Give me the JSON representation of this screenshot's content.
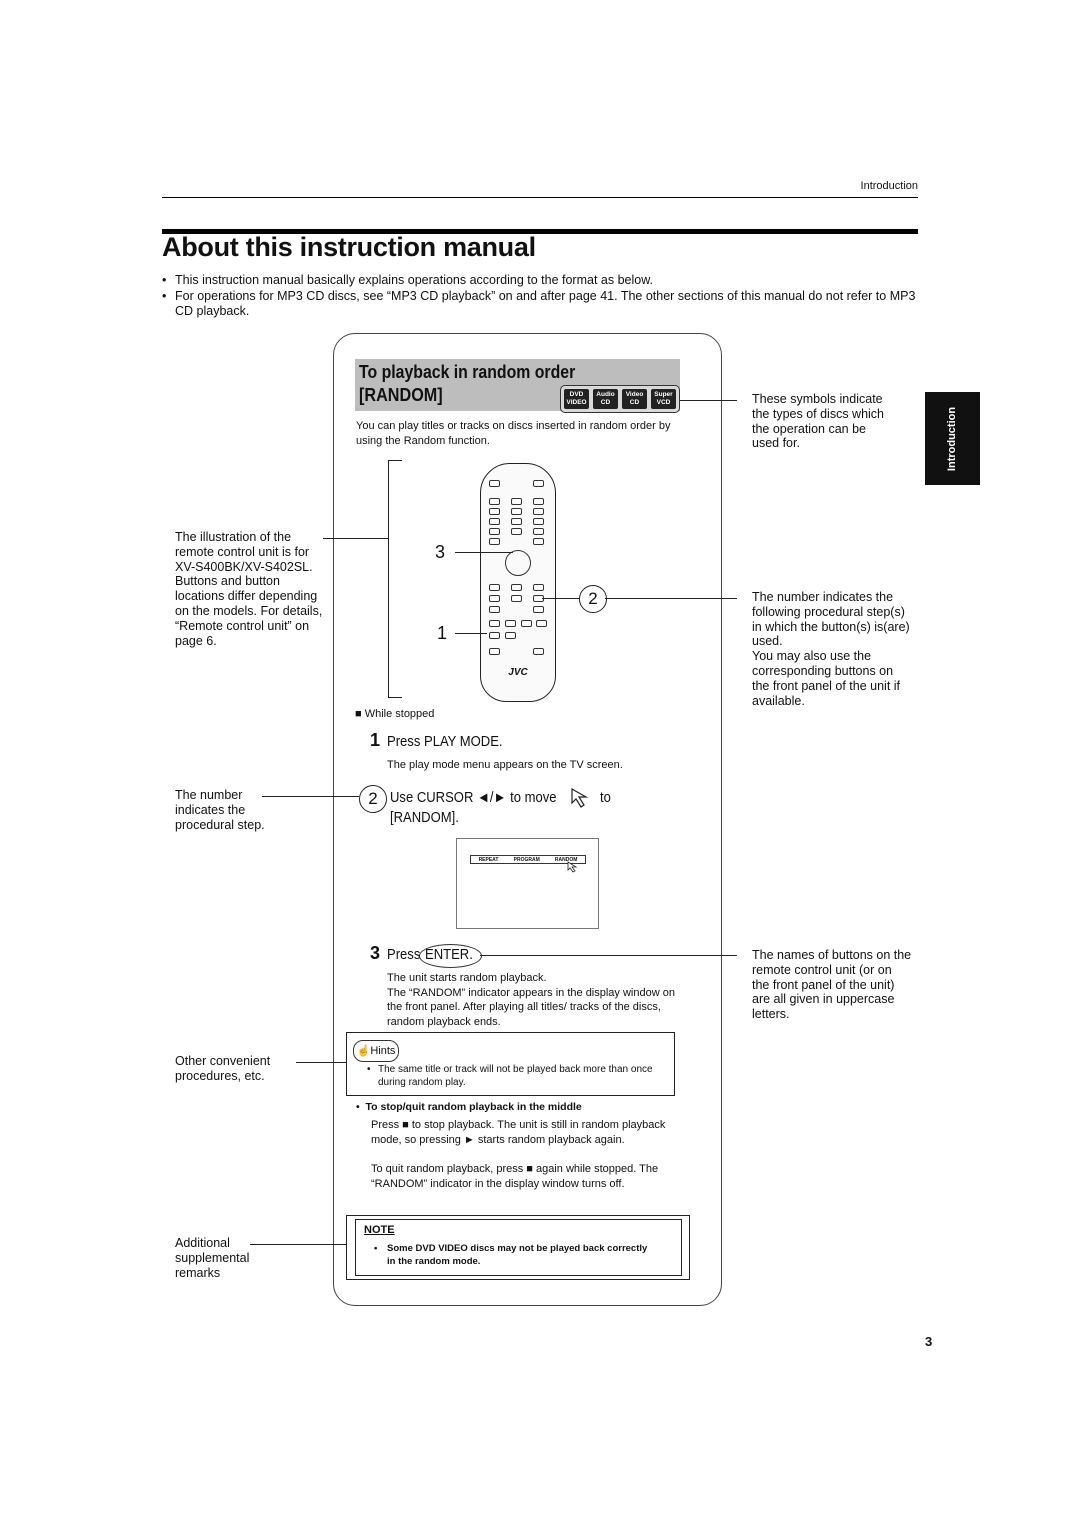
{
  "header": {
    "section": "Introduction"
  },
  "title": "About this instruction manual",
  "intro": [
    "This instruction manual basically explains operations according to the format as below.",
    "For operations for MP3 CD discs, see “MP3 CD playback” on and after page 41. The other sections of this manual do not refer to MP3 CD playback."
  ],
  "sample": {
    "heading": "To playback  in random order",
    "subheading": "[RANDOM]",
    "badges": [
      {
        "top": "DVD",
        "bottom": "VIDEO"
      },
      {
        "top": "Audio",
        "bottom": "CD"
      },
      {
        "top": "Video",
        "bottom": "CD"
      },
      {
        "top": "Super",
        "bottom": "VCD"
      }
    ],
    "desc": "You can play titles or tracks on discs inserted in random order by using the Random function.",
    "callout_3": "3",
    "callout_2": "2",
    "callout_1": "1",
    "remote_brand": "JVC",
    "while_stopped": "■ While stopped",
    "steps": [
      {
        "num": "1",
        "label": "Press PLAY MODE.",
        "note": "The play mode menu appears on the TV screen."
      },
      {
        "num": "2",
        "label_a": "Use CURSOR ◄/► to move",
        "label_b": "to",
        "label_c": "[RANDOM]."
      },
      {
        "num": "3",
        "label_a": "Press",
        "label_b": "ENTER.",
        "notes": [
          "The unit starts random playback.",
          "The “RANDOM” indicator appears in the display window on the front panel. After playing all titles/ tracks of the discs, random playback ends."
        ]
      }
    ],
    "menu": [
      "REPEAT",
      "PROGRAM",
      "RANDOM"
    ],
    "hints_label": "Hints",
    "hints_text": "The same title or track will not be played back more than once during random play.",
    "sub_heading": "To stop/quit random playback in the middle",
    "sub_text_1": "Press ■ to stop playback. The unit is still in random playback mode, so pressing ► starts random playback again.",
    "sub_text_2": "To quit random playback, press ■ again while stopped.  The “RANDOM” indicator in the display window turns off.",
    "note_label": "NOTE",
    "note_text": "Some DVD VIDEO discs may not be played back correctly in the random mode."
  },
  "annotations": {
    "left_remote": "The illustration  of the remote control unit is for XV-S400BK/XV-S402SL. Buttons and button locations differ depending on the models. For details, “Remote control unit” on page 6.",
    "left_step": "The number indicates the procedural step.",
    "left_hints": "Other convenient procedures, etc.",
    "left_note": "Additional supplemental remarks",
    "right_symbols": "These symbols indicate the types of discs which the operation can be used for.",
    "right_number": "The number indicates the following procedural step(s) in which the button(s) is(are) used.",
    "right_front": "You may also use the corresponding buttons on the front panel of the unit if available.",
    "right_names": "The names of buttons on the remote control unit (or on the front panel of the unit) are all given in uppercase letters."
  },
  "side_tab": "Introduction",
  "page_number": "3"
}
